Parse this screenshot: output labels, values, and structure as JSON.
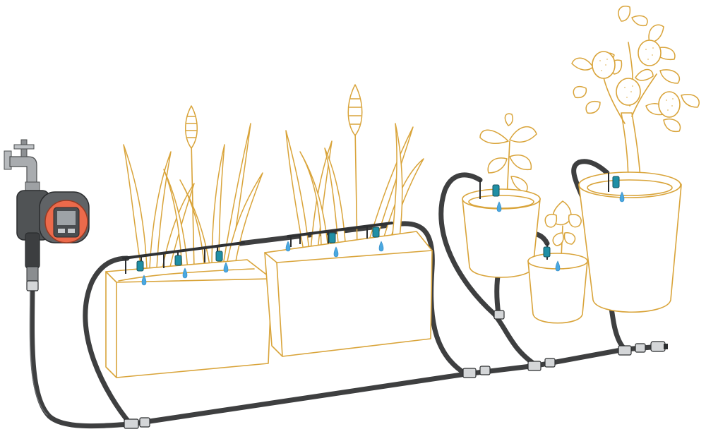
{
  "scene": {
    "description_label": "",
    "colors": {
      "outline": "#d9a43a",
      "hose": "#3e3f40",
      "drip_nozzle": "#1f8fa5",
      "water_drop": "#4aa8e0",
      "computer_display": "#ec6a4b"
    },
    "components": [
      "faucet",
      "water-computer",
      "main-supply-hose",
      "planter-box-left",
      "planter-box-right",
      "tall-pot",
      "small-pot",
      "large-pot",
      "drip-heads",
      "hose-connectors",
      "end-plug"
    ]
  }
}
